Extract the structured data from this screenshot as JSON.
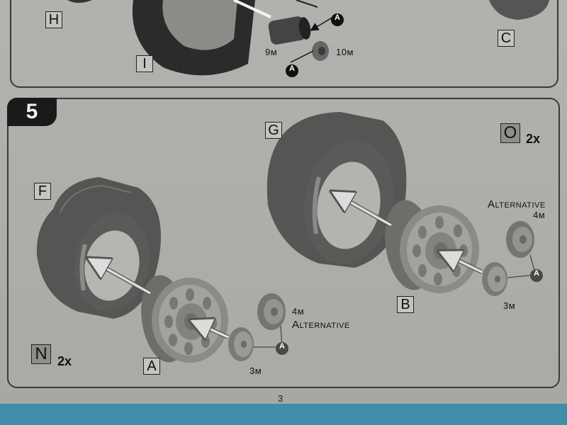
{
  "top_labels": {
    "h": "H",
    "i": "I",
    "c": "C"
  },
  "top_parts": {
    "nine": "9м",
    "ten": "10м"
  },
  "step": "5",
  "labels": {
    "f": "F",
    "g": "G",
    "o": "O",
    "n": "N",
    "a": "A",
    "b": "B"
  },
  "quantities": {
    "o": "2x",
    "n": "2x"
  },
  "callout": "A",
  "left_assembly": {
    "four": "4м",
    "alt": "Alternative",
    "three": "3м"
  },
  "right_assembly": {
    "alt": "Alternative",
    "four": "4м",
    "three": "3м"
  },
  "page_number": "3",
  "colors": {
    "paper": "#b1b2ae",
    "band": "#3f8fa8",
    "ink": "#1a1a1a"
  }
}
